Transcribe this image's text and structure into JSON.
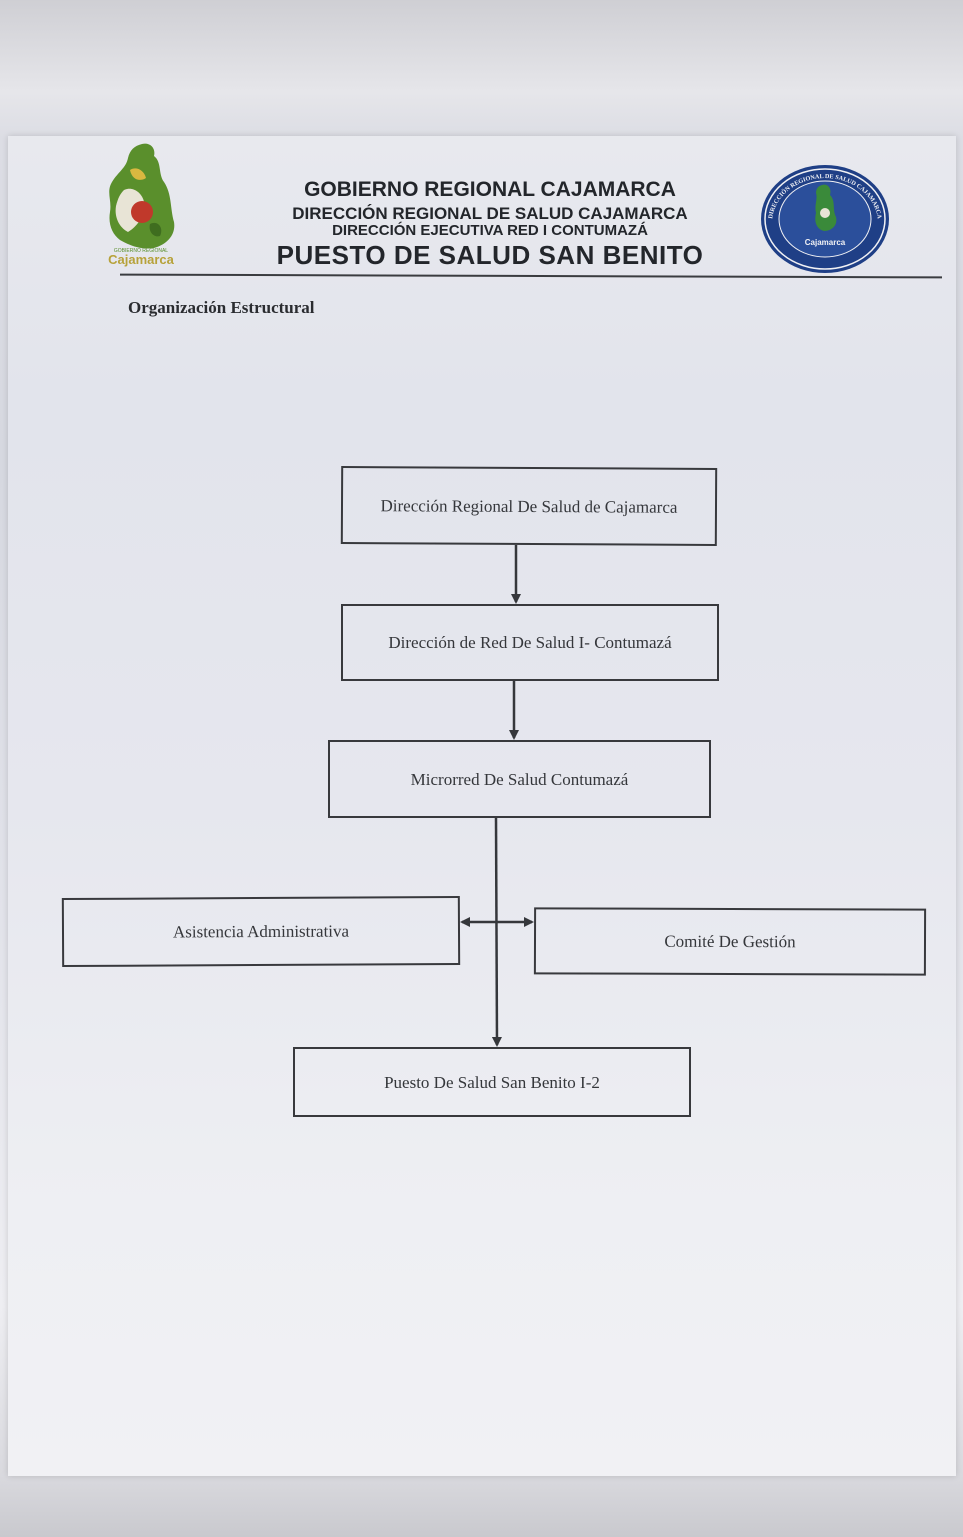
{
  "header": {
    "line1": "GOBIERNO REGIONAL CAJAMARCA",
    "line2": "DIRECCIÓN REGIONAL DE SALUD CAJAMARCA",
    "line3": "DIRECCIÓN EJECUTIVA RED I CONTUMAZÁ",
    "line4": "PUESTO DE SALUD SAN BENITO"
  },
  "logos": {
    "left": {
      "icon": "cajamarca-regional-logo",
      "text": "Cajamarca"
    },
    "right": {
      "icon": "direccion-regional-salud-seal",
      "text": "DIRECCIÓN REGIONAL DE SALUD CAJAMARCA"
    }
  },
  "section_label": "Organización Estructural",
  "org_chart": {
    "nodes": [
      "Dirección Regional De Salud de Cajamarca",
      "Dirección de Red De Salud I- Contumazá",
      "Microrred De Salud Contumazá",
      "Asistencia Administrativa",
      "Comité De Gestión",
      "Puesto De Salud San Benito I-2"
    ],
    "edges": [
      [
        "Dirección Regional De Salud de Cajamarca",
        "Dirección de Red De Salud I- Contumazá"
      ],
      [
        "Dirección de Red De Salud I- Contumazá",
        "Microrred De Salud Contumazá"
      ],
      [
        "Microrred De Salud Contumazá",
        "Asistencia Administrativa"
      ],
      [
        "Microrred De Salud Contumazá",
        "Comité De Gestión"
      ],
      [
        "Microrred De Salud Contumazá",
        "Puesto De Salud San Benito I-2"
      ]
    ]
  }
}
